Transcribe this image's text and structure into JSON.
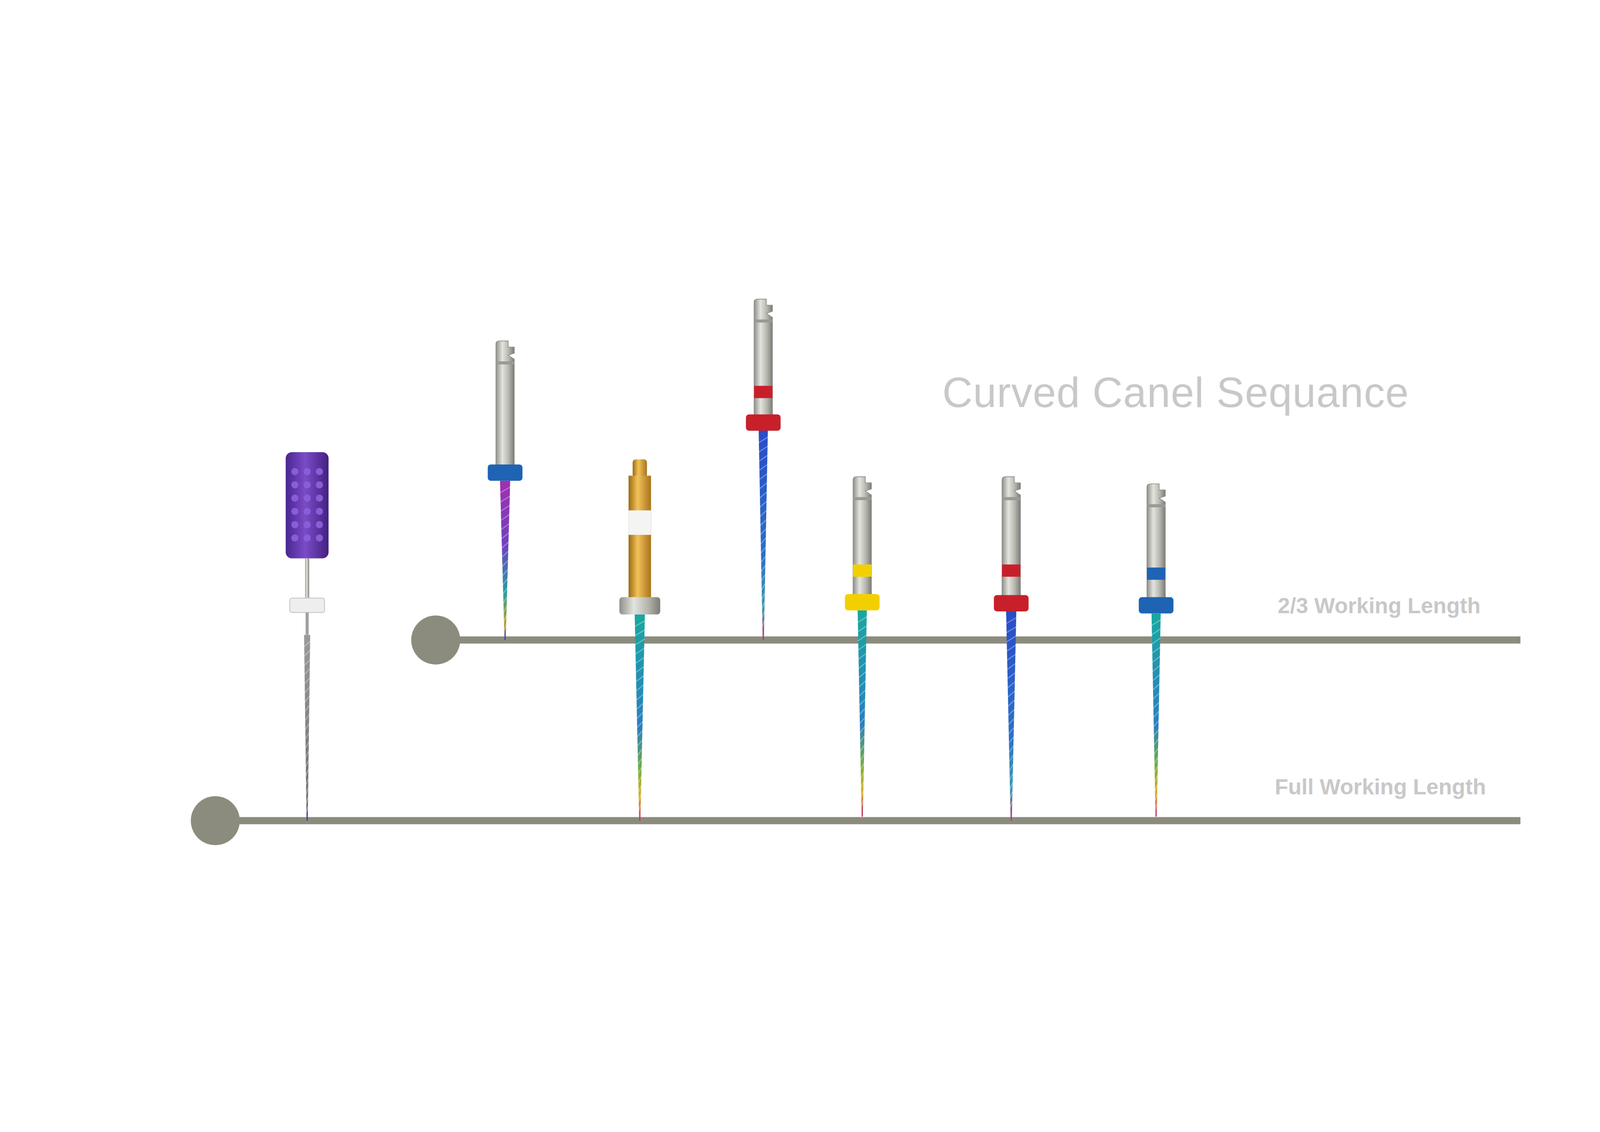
{
  "diagram": {
    "title": "Curved  Canel Sequance",
    "labels": [
      "2/3 Working Length",
      "Full Working Length"
    ]
  }
}
